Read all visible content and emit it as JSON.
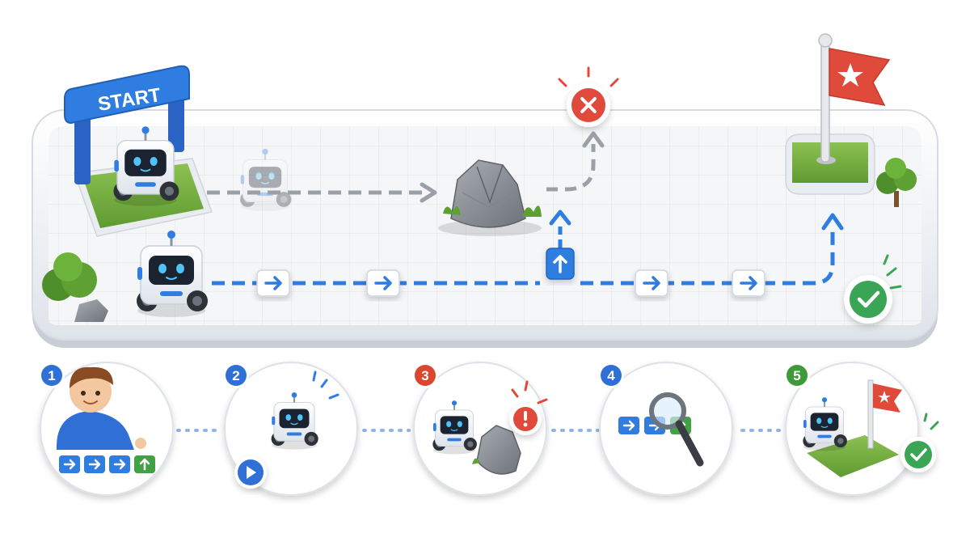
{
  "board": {
    "start_label": "START",
    "success_path": [
      {
        "arrow": "right"
      },
      {
        "arrow": "right"
      },
      {
        "arrow": "up"
      },
      {
        "arrow": "right"
      },
      {
        "arrow": "right"
      }
    ],
    "success_badge_icon": "check-icon",
    "fail_badge_icon": "x-icon",
    "goal_icon": "flag-icon",
    "obstacle_icon": "rock-icon"
  },
  "steps": [
    {
      "number": "1",
      "icon": "child-programming-icon",
      "badge_color": "#2f6fd6",
      "code": [
        "right",
        "right",
        "right",
        "up"
      ]
    },
    {
      "number": "2",
      "icon": "robot-run-icon",
      "badge_color": "#2f6fd6",
      "action_icon": "play-icon"
    },
    {
      "number": "3",
      "icon": "robot-collision-icon",
      "badge_color": "#d9472f",
      "action_icon": "alert-icon"
    },
    {
      "number": "4",
      "icon": "debug-magnifier-icon",
      "badge_color": "#2f6fd6",
      "code": [
        "right",
        "right",
        "up"
      ]
    },
    {
      "number": "5",
      "icon": "robot-goal-icon",
      "badge_color": "#3f9a3a",
      "action_icon": "check-icon"
    }
  ],
  "colors": {
    "accent": "#2f7de1",
    "fail": "#e04a3b",
    "success": "#3aa655",
    "grass": "#7cb342",
    "tile": "#f4f5f7"
  }
}
